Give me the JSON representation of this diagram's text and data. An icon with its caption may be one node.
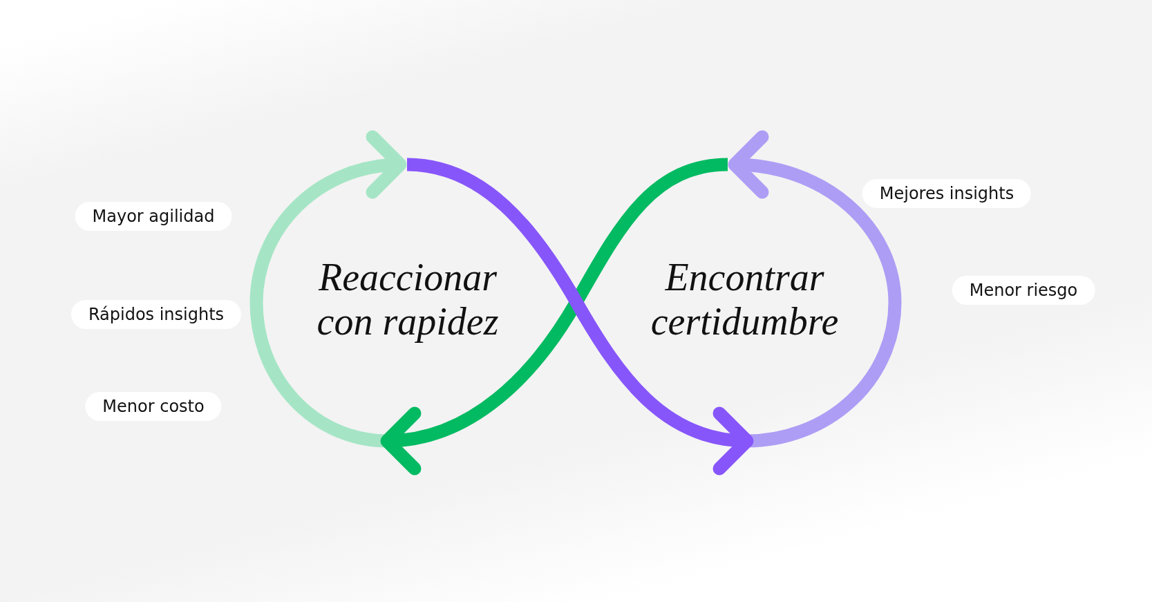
{
  "diagram": {
    "nodes": [
      {
        "text": [
          "Mayor agilidad"
        ]
      },
      {
        "text": [
          "Rápidos insights"
        ]
      },
      {
        "text": [
          "Menor costo"
        ]
      },
      {
        "text": [
          "Reaccionar con rapidez"
        ]
      },
      {
        "text": [
          "Encontrar certidumbre"
        ]
      },
      {
        "text": [
          "Mejores insights"
        ]
      },
      {
        "text": [
          "Menor riesgo"
        ]
      }
    ],
    "edges": [
      {
        "from": 3,
        "to": 3,
        "arrow": "to",
        "color": "#a5e5c5"
      },
      {
        "from": 4,
        "to": 3,
        "arrow": "to",
        "color": "#02ba62"
      },
      {
        "from": 4,
        "to": 4,
        "arrow": "to",
        "color": "#ae9df5"
      },
      {
        "from": 3,
        "to": 4,
        "arrow": "to",
        "color": "#8756fa"
      }
    ]
  }
}
